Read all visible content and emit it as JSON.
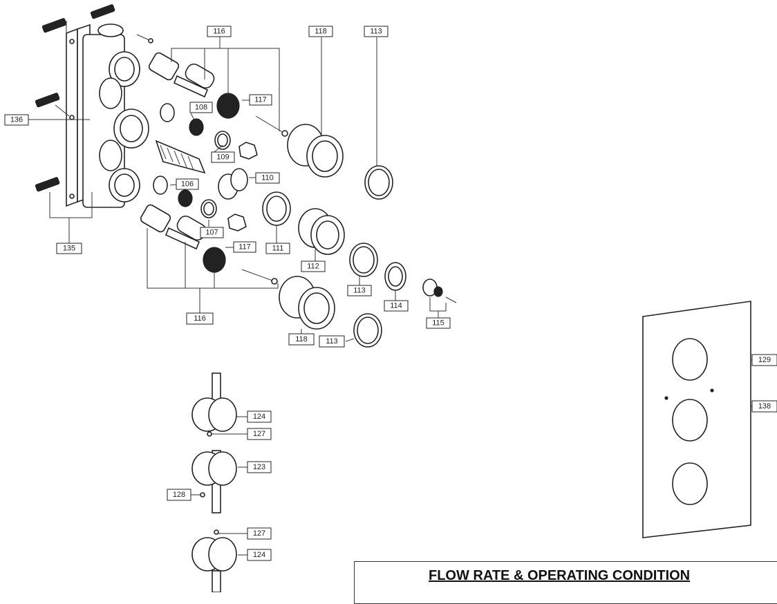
{
  "labels": {
    "l116a": "116",
    "l118a": "118",
    "l113a": "113",
    "l117a": "117",
    "l108": "108",
    "l136": "136",
    "l109": "109",
    "l110": "110",
    "l106": "106",
    "l107": "107",
    "l111": "111",
    "l117b": "117",
    "l135": "135",
    "l112": "112",
    "l113b": "113",
    "l114": "114",
    "l116b": "116",
    "l115": "115",
    "l118b": "118",
    "l113c": "113",
    "l129": "129",
    "l138": "138",
    "l124a": "124",
    "l127a": "127",
    "l123": "123",
    "l128": "128",
    "l127b": "127",
    "l124b": "124"
  },
  "flow_box": {
    "title": "FLOW RATE & OPERATING CONDITION"
  }
}
